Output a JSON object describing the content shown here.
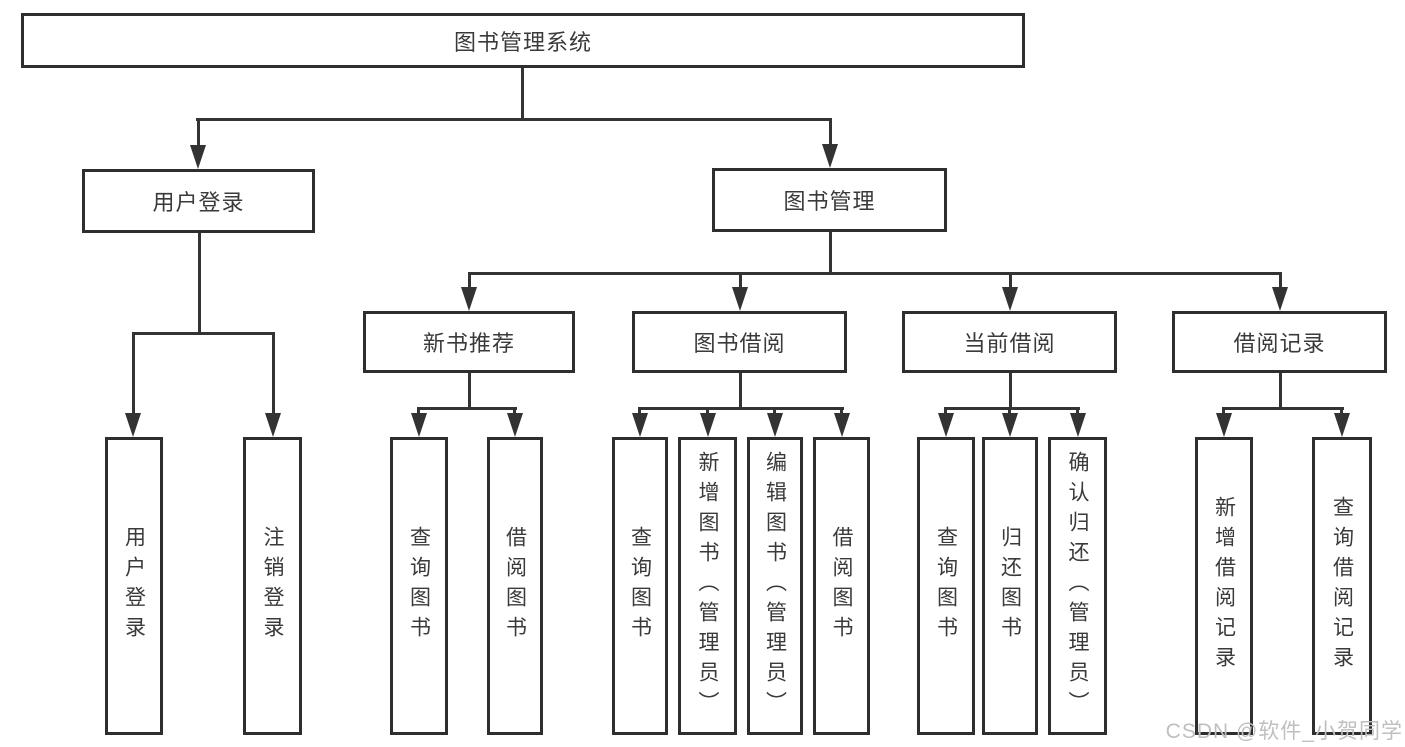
{
  "tree": {
    "label": "图书管理系统",
    "children": [
      {
        "label": "用户登录",
        "children": [
          {
            "label": "用户登录"
          },
          {
            "label": "注销登录"
          }
        ]
      },
      {
        "label": "图书管理",
        "children": [
          {
            "label": "新书推荐",
            "children": [
              {
                "label": "查询图书"
              },
              {
                "label": "借阅图书"
              }
            ]
          },
          {
            "label": "图书借阅",
            "children": [
              {
                "label": "查询图书"
              },
              {
                "label": "新增图书（管理员）"
              },
              {
                "label": "编辑图书（管理员）"
              },
              {
                "label": "借阅图书"
              }
            ]
          },
          {
            "label": "当前借阅",
            "children": [
              {
                "label": "查询图书"
              },
              {
                "label": "归还图书"
              },
              {
                "label": "确认归还（管理员）"
              }
            ]
          },
          {
            "label": "借阅记录",
            "children": [
              {
                "label": "新增借阅记录"
              },
              {
                "label": "查询借阅记录"
              }
            ]
          }
        ]
      }
    ]
  },
  "watermark": {
    "text": "CSDN @软件_小贺同学"
  },
  "colors": {
    "line": "#333333",
    "border": "#2e2e2e",
    "text": "#3a3a3a",
    "watermark": "#bfbfbf",
    "background": "#ffffff"
  }
}
